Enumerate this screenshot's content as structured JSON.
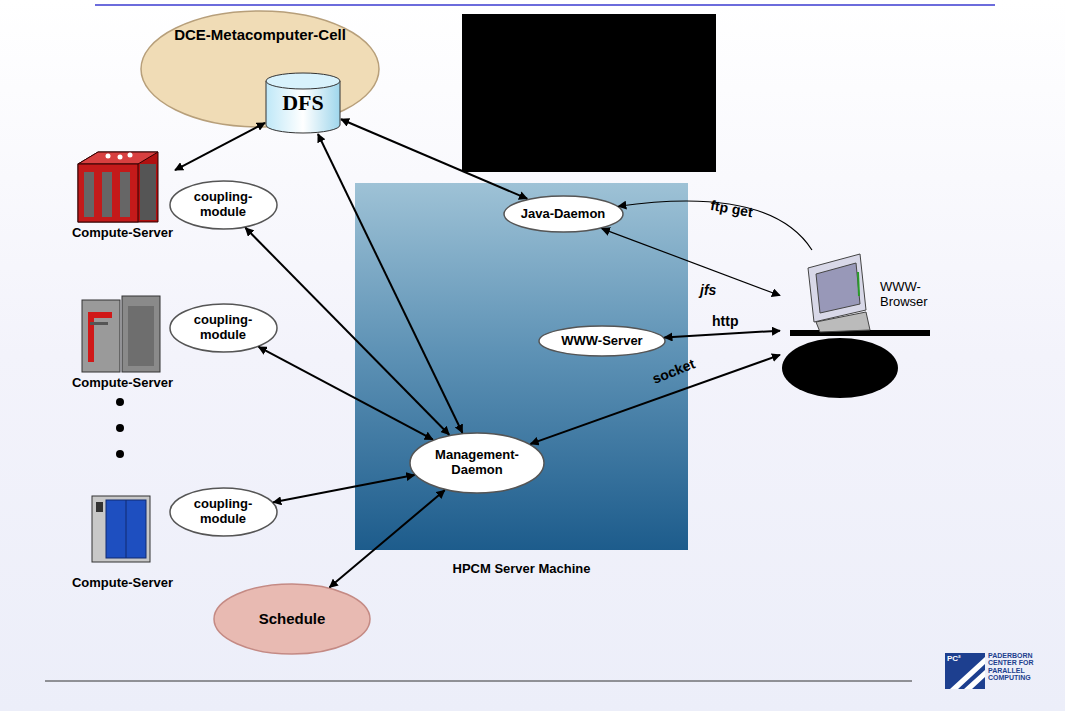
{
  "diagram": {
    "nodes": [
      {
        "text": [
          "DCE-Metacomputer-Cell"
        ]
      },
      {
        "text": [
          "DFS"
        ],
        "in": 0
      },
      {
        "text": [
          "Compute-Server"
        ]
      },
      {
        "text": [
          "coupling-module"
        ]
      },
      {
        "text": [
          "HPCM Server Machine"
        ]
      },
      {
        "text": [
          "Java-Daemon"
        ],
        "in": 4
      },
      {
        "text": [
          "WWW-Server"
        ],
        "in": 4
      },
      {
        "text": [
          "Management-Daemon"
        ],
        "in": 4
      },
      {
        "text": [
          "WWW-Browser"
        ]
      },
      {
        "text": [
          "Compute-Server"
        ]
      },
      {
        "text": [
          "coupling-module"
        ]
      },
      {
        "text": [
          "Compute-Server"
        ]
      },
      {
        "text": [
          "coupling-module"
        ]
      },
      {
        "text": [
          "Schedule"
        ]
      }
    ],
    "edges": [
      {
        "from": 1,
        "to": 2,
        "arrow": "both"
      },
      {
        "from": 3,
        "to": 7,
        "arrow": "both"
      },
      {
        "from": 10,
        "to": 7,
        "arrow": "both"
      },
      {
        "from": 12,
        "to": 7,
        "arrow": "both"
      },
      {
        "from": 1,
        "to": 7,
        "arrow": "both"
      },
      {
        "from": 1,
        "to": 5,
        "arrow": "both"
      },
      {
        "from": 13,
        "to": 7,
        "arrow": "both"
      },
      {
        "from": 8,
        "to": 5,
        "label": "ftp get",
        "arrow": "to"
      },
      {
        "from": 5,
        "to": 8,
        "label": "jfs",
        "arrow": "both"
      },
      {
        "from": 6,
        "to": 8,
        "label": "http",
        "arrow": "both"
      },
      {
        "from": 7,
        "to": 8,
        "label": "socket",
        "arrow": "both"
      }
    ],
    "labels": [
      "PC²",
      "PADERBORN CENTER FOR PARALLEL COMPUTING"
    ]
  }
}
